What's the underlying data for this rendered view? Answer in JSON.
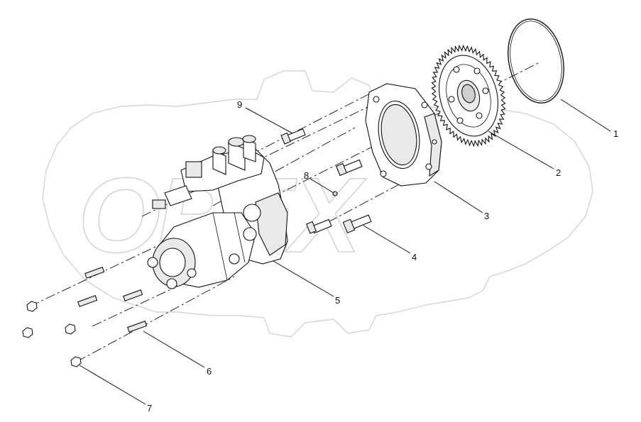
{
  "diagram": {
    "callouts": [
      {
        "id": "1",
        "label": "1"
      },
      {
        "id": "2",
        "label": "2"
      },
      {
        "id": "3",
        "label": "3"
      },
      {
        "id": "4",
        "label": "4"
      },
      {
        "id": "5",
        "label": "5"
      },
      {
        "id": "6",
        "label": "6"
      },
      {
        "id": "7",
        "label": "7"
      },
      {
        "id": "8",
        "label": "8"
      },
      {
        "id": "9",
        "label": "9"
      }
    ],
    "watermark": {
      "text": "OPEX"
    }
  },
  "colors": {
    "line": "#111111",
    "watermark": "#d4d4d4",
    "background": "#ffffff"
  }
}
